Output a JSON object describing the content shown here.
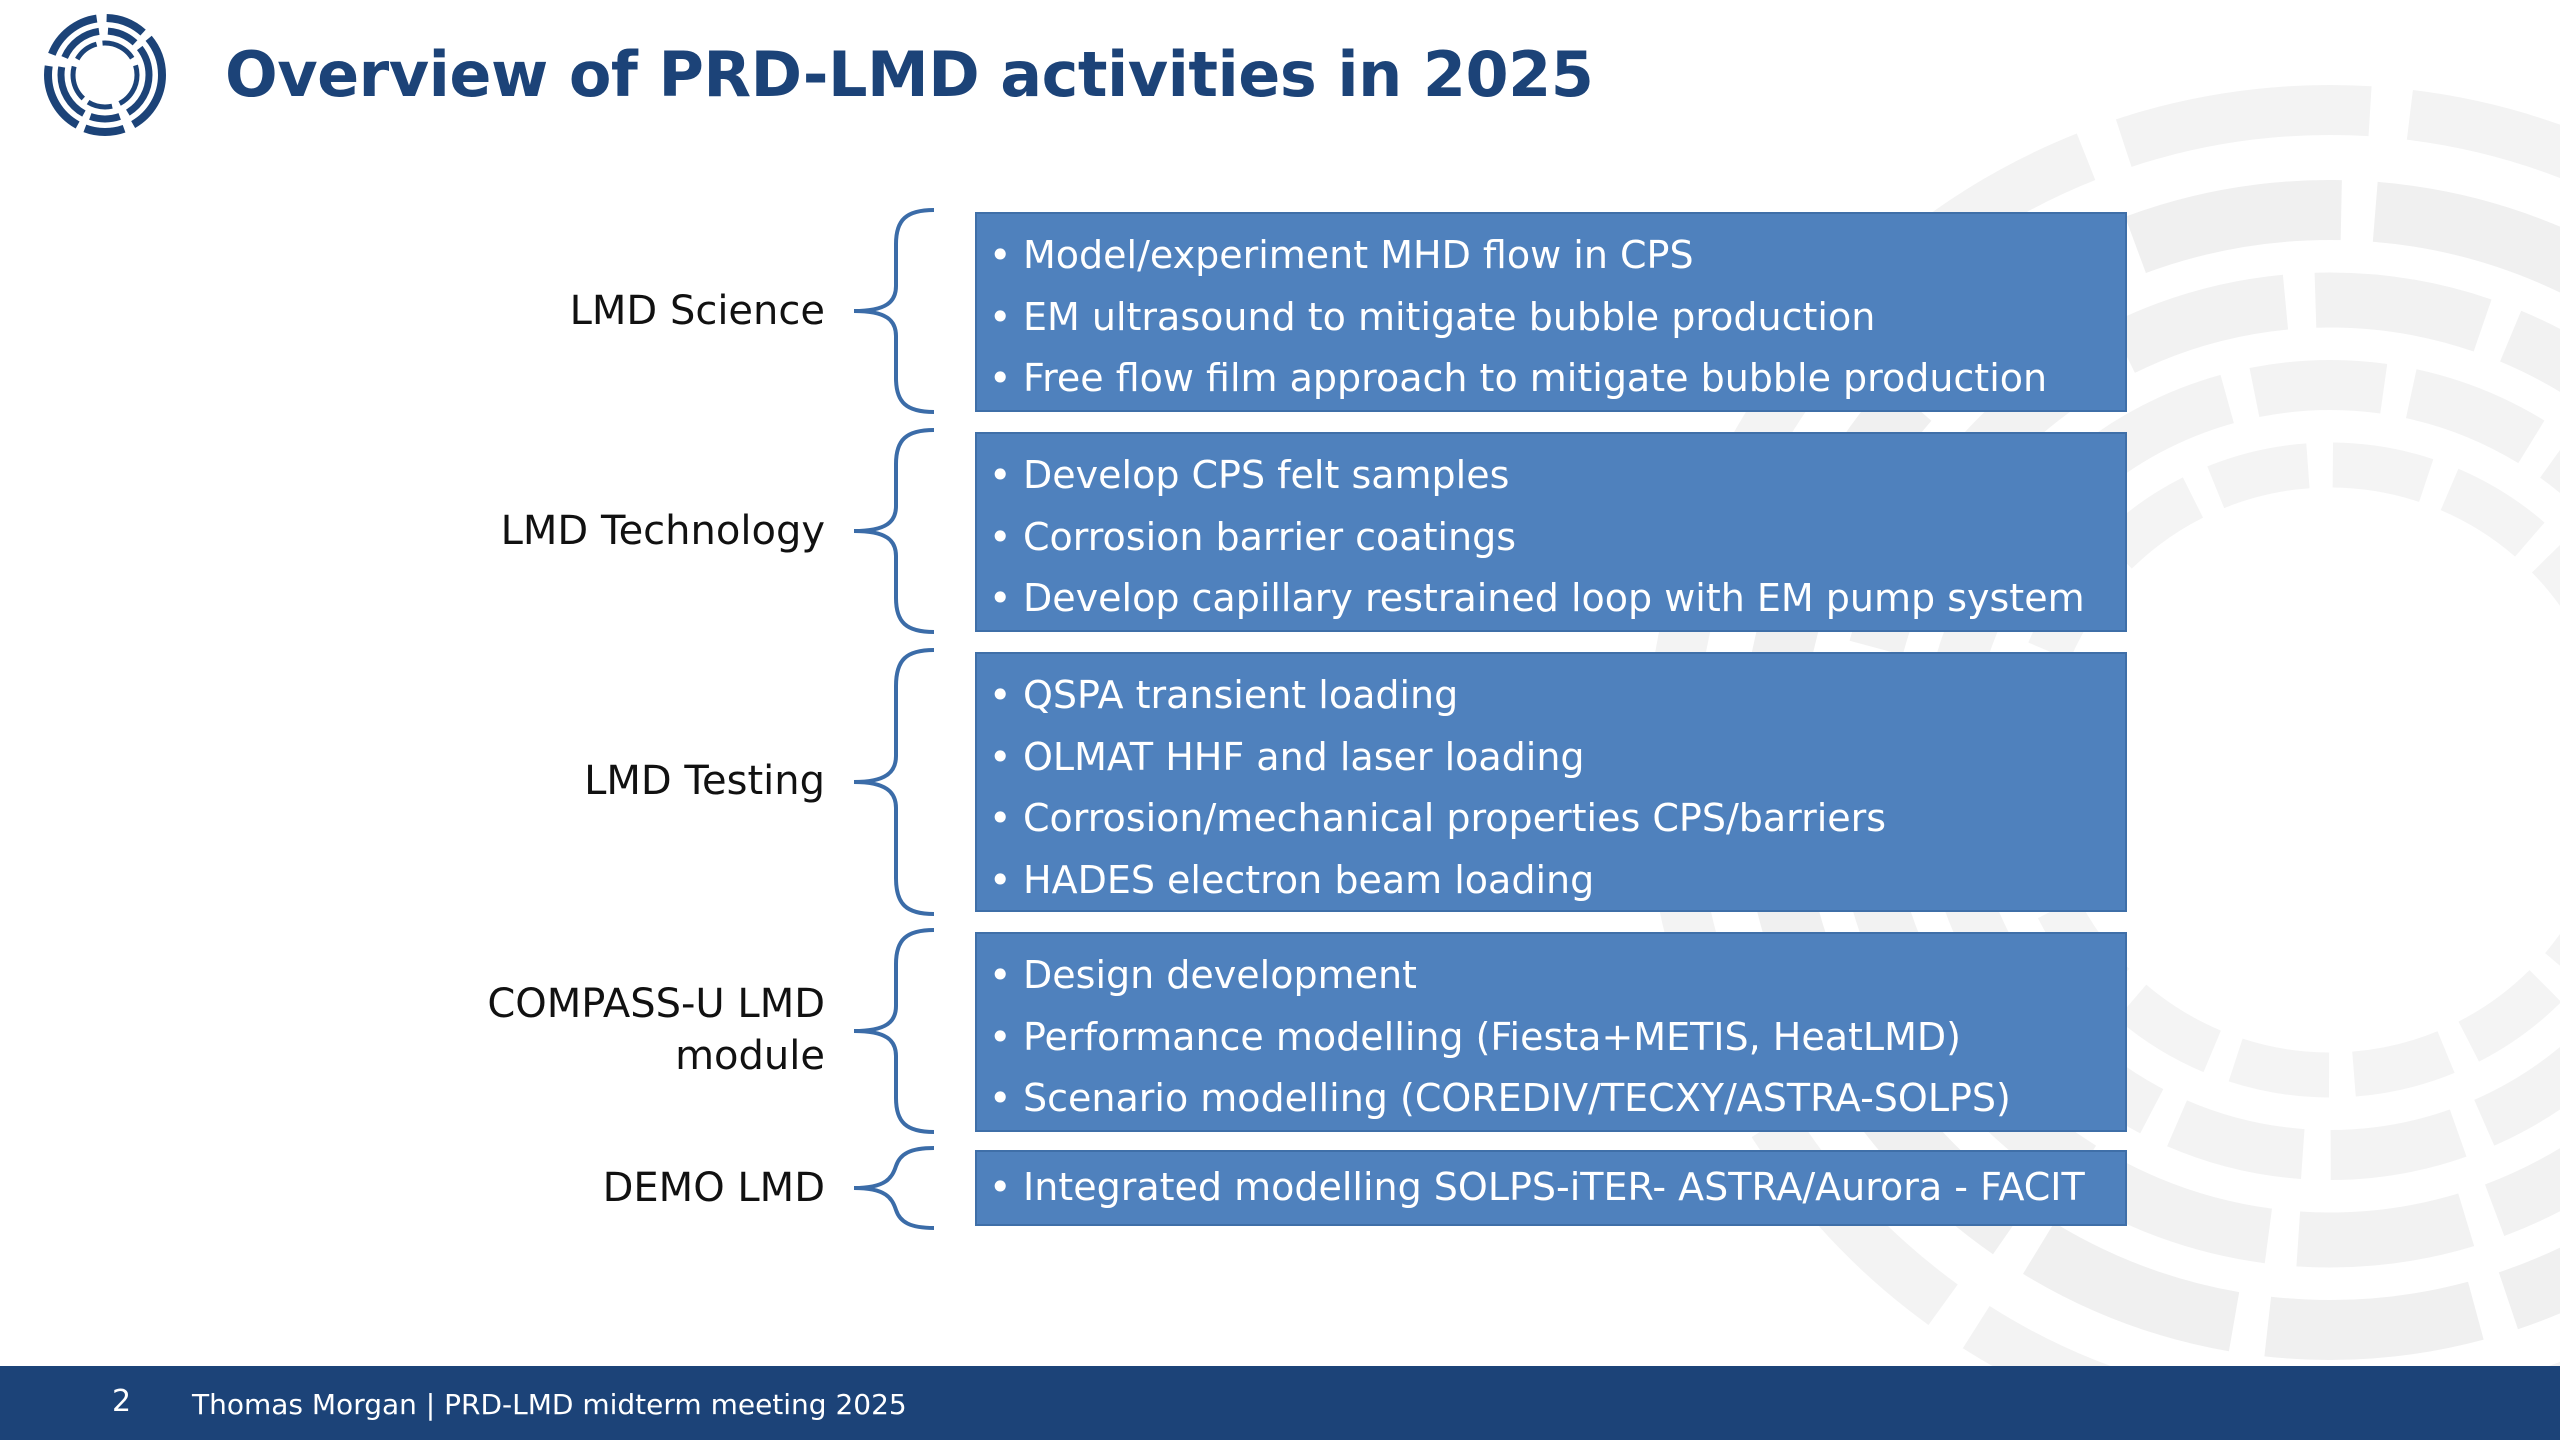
{
  "slide": {
    "title": "Overview of PRD-LMD activities in 2025",
    "footer": {
      "page_number": "2",
      "text": "Thomas Morgan | PRD-LMD midterm meeting 2025"
    },
    "colors": {
      "title": "#1c4378",
      "box_fill": "#4f81bd",
      "footer_bar": "#1c4378",
      "decoration": "#ebebeb"
    },
    "icons": {
      "logo": "concentric-ring-logo-icon",
      "brace": "curly-brace-icon"
    },
    "categories": [
      {
        "label": "LMD Science",
        "items": [
          "Model/experiment MHD flow in CPS",
          "EM ultrasound to mitigate bubble production",
          "Free flow film approach to mitigate bubble production"
        ]
      },
      {
        "label": "LMD Technology",
        "items": [
          "Develop CPS felt samples",
          "Corrosion barrier coatings",
          "Develop capillary restrained loop with EM pump system"
        ]
      },
      {
        "label": "LMD Testing",
        "items": [
          "QSPA transient loading",
          "OLMAT HHF and laser loading",
          "Corrosion/mechanical properties CPS/barriers",
          "HADES electron beam loading"
        ]
      },
      {
        "label_lines": [
          "COMPASS-U LMD",
          "module"
        ],
        "items": [
          "Design development",
          "Performance modelling (Fiesta+METIS, HeatLMD)",
          "Scenario modelling (COREDIV/TECXY/ASTRA-SOLPS)"
        ]
      },
      {
        "label": "DEMO LMD",
        "items": [
          "Integrated modelling SOLPS-iTER- ASTRA/Aurora - FACIT"
        ]
      }
    ]
  }
}
